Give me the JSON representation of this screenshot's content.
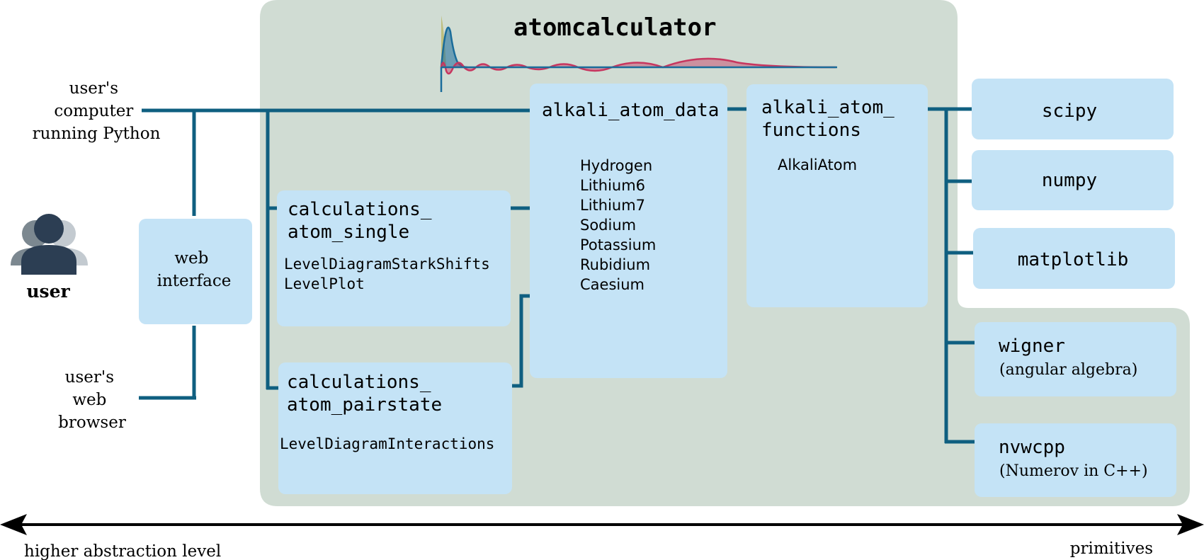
{
  "title": "atomcalculator",
  "user": {
    "label": "user",
    "computer_lines": [
      "user's",
      "computer",
      "running Python"
    ],
    "browser_lines": [
      "user's",
      "web",
      "browser"
    ]
  },
  "web_interface": {
    "lines": [
      "web",
      "interface"
    ]
  },
  "modules": {
    "calc_single": {
      "name_lines": [
        "calculations_",
        "atom_single"
      ],
      "items": [
        "LevelDiagramStarkShifts",
        "LevelPlot"
      ]
    },
    "calc_pair": {
      "name_lines": [
        "calculations_",
        "atom_pairstate"
      ],
      "items": [
        "LevelDiagramInteractions"
      ]
    },
    "atom_data": {
      "name": "alkali_atom_data",
      "items": [
        "Hydrogen",
        "Lithium6",
        "Lithium7",
        "Sodium",
        "Potassium",
        "Rubidium",
        "Caesium"
      ]
    },
    "atom_functions": {
      "name_lines": [
        "alkali_atom_",
        "functions"
      ],
      "items": [
        "AlkaliAtom"
      ]
    }
  },
  "libraries": {
    "scipy": "scipy",
    "numpy": "numpy",
    "matplotlib": "matplotlib",
    "wigner": {
      "name": "wigner",
      "desc": "(angular algebra)"
    },
    "nvwcpp": {
      "name": "nvwcpp",
      "desc": "(Numerov in C++)"
    }
  },
  "axis": {
    "left_label": "higher abstraction level",
    "right_label": "primitives"
  },
  "colors": {
    "package_bg": "#d0dcd3",
    "box": "#c4e3f6",
    "line": "#0f5f80",
    "wave_blue": "#1a6c9a",
    "wave_red": "#c7365f"
  }
}
